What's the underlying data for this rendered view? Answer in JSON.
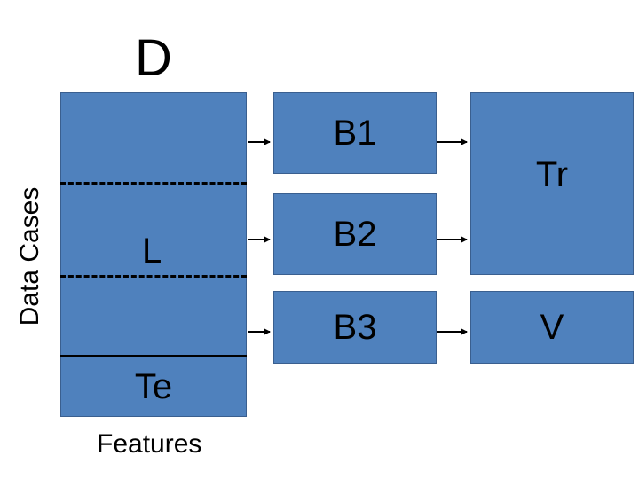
{
  "colors": {
    "box_fill": "#4f81bd",
    "box_border": "#3a5f8f",
    "line": "#000000"
  },
  "diagram": {
    "title": "D",
    "y_axis_label": "Data Cases",
    "x_axis_label": "Features",
    "dataset": {
      "learning_label": "L",
      "test_label": "Te"
    },
    "bootstrap": {
      "b1": "B1",
      "b2": "B2",
      "b3": "B3"
    },
    "splits": {
      "train": "Tr",
      "validation": "V"
    }
  }
}
